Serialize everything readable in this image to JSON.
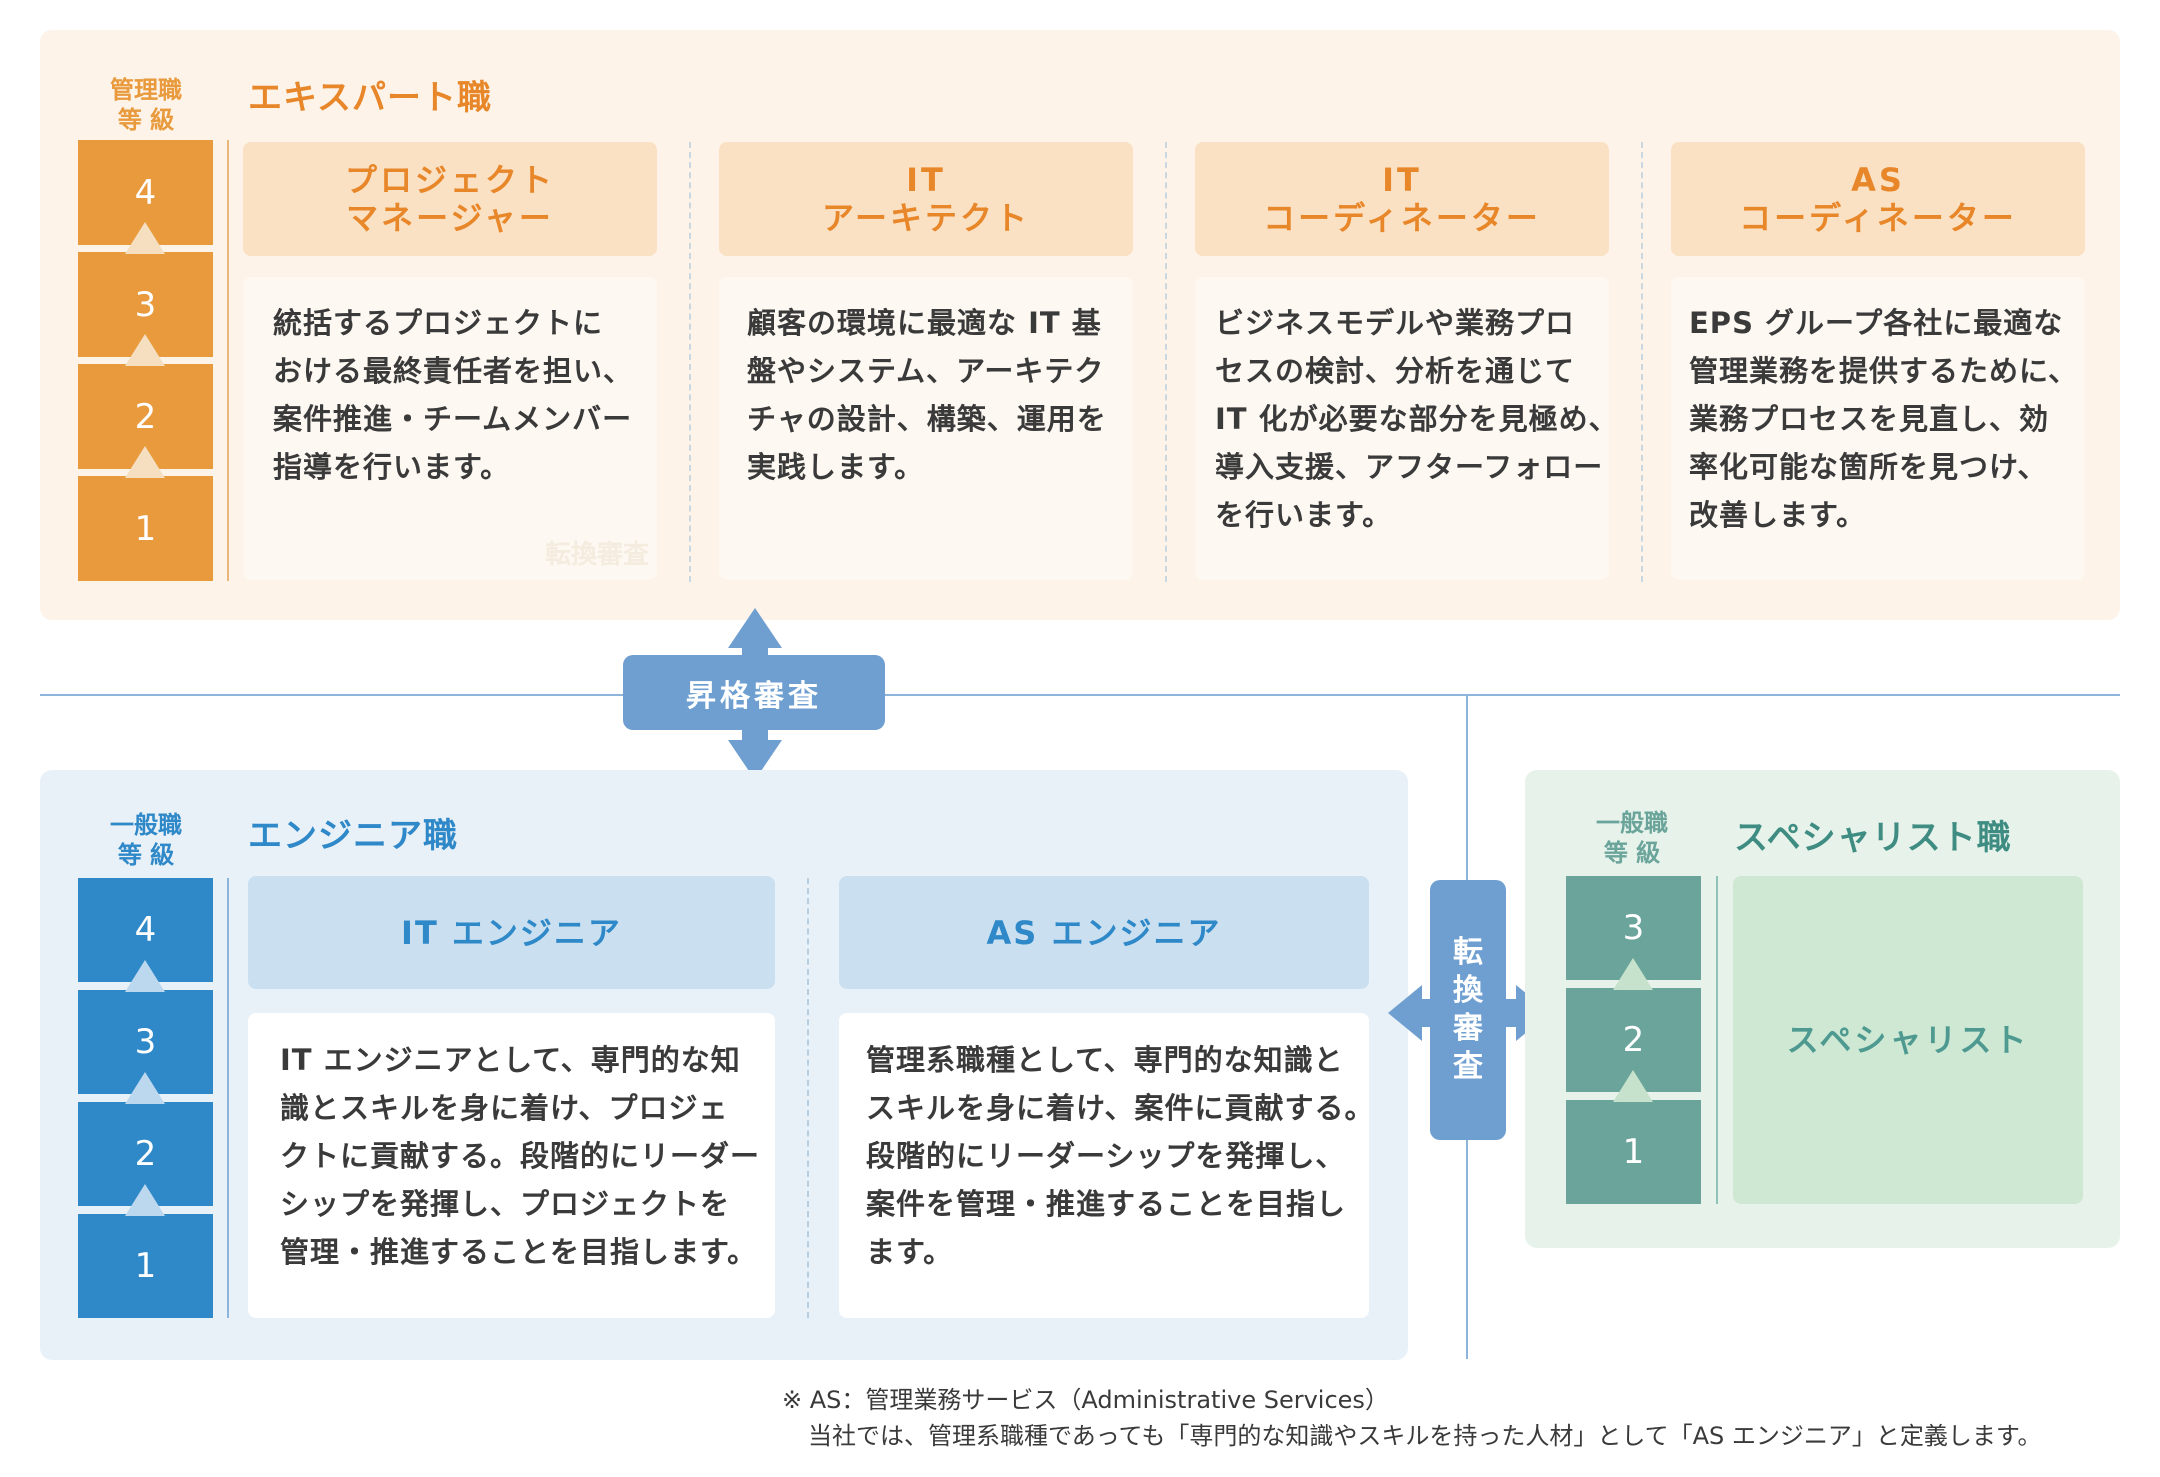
{
  "colors": {
    "expert_accent": "#e89a3c",
    "engineer_accent": "#2f88c8",
    "specialist_accent": "#6aa49a",
    "review_blue": "#6f9fd0"
  },
  "expert": {
    "title": "エキスパート職",
    "grade_label": [
      "管理職",
      "等 級"
    ],
    "grades": [
      "4",
      "3",
      "2",
      "1"
    ],
    "faint_text": "転換審査",
    "roles": [
      {
        "title_lines": [
          "プロジェクト",
          "マネージャー"
        ],
        "desc_lines": [
          "統括するプロジェクトに",
          "おける最終責任者を担い、",
          "案件推進・チームメンバー",
          "指導を行います。"
        ]
      },
      {
        "title_lines": [
          "IT",
          "アーキテクト"
        ],
        "desc_lines": [
          "顧客の環境に最適な IT 基",
          "盤やシステム、アーキテク",
          "チャの設計、構築、運用を",
          "実践します。"
        ]
      },
      {
        "title_lines": [
          "IT",
          "コーディネーター"
        ],
        "desc_lines": [
          "ビジネスモデルや業務プロ",
          "セスの検討、分析を通じて",
          "IT 化が必要な部分を見極め、",
          "導入支援、アフターフォロー",
          "を行います。"
        ]
      },
      {
        "title_lines": [
          "AS",
          "コーディネーター"
        ],
        "desc_lines": [
          "EPS グループ各社に最適な",
          "管理業務を提供するために、",
          "業務プロセスを見直し、効",
          "率化可能な箇所を見つけ、",
          "改善します。"
        ]
      }
    ]
  },
  "promotion_review": "昇格審査",
  "conversion_review": [
    "転",
    "換",
    "審",
    "査"
  ],
  "engineer": {
    "title": "エンジニア職",
    "grade_label": [
      "一般職",
      "等 級"
    ],
    "grades": [
      "4",
      "3",
      "2",
      "1"
    ],
    "roles": [
      {
        "title": "IT エンジニア",
        "desc_lines": [
          "IT エンジニアとして、専門的な知",
          "識とスキルを身に着け、プロジェ",
          "クトに貢献する。段階的にリーダー",
          "シップを発揮し、プロジェクトを",
          "管理・推進することを目指します。"
        ]
      },
      {
        "title": "AS エンジニア",
        "desc_lines": [
          "管理系職種として、専門的な知識と",
          "スキルを身に着け、案件に貢献する。",
          "段階的にリーダーシップを発揮し、",
          "案件を管理・推進することを目指し",
          "ます。"
        ]
      }
    ]
  },
  "specialist": {
    "title": "スペシャリスト職",
    "grade_label": [
      "一般職",
      "等 級"
    ],
    "grades": [
      "3",
      "2",
      "1"
    ],
    "role": "スペシャリスト"
  },
  "footnote": [
    "※ AS：管理業務サービス（Administrative Services）",
    "当社では、管理系職種であっても「専門的な知識やスキルを持った人材」として「AS エンジニア」と定義します。"
  ]
}
